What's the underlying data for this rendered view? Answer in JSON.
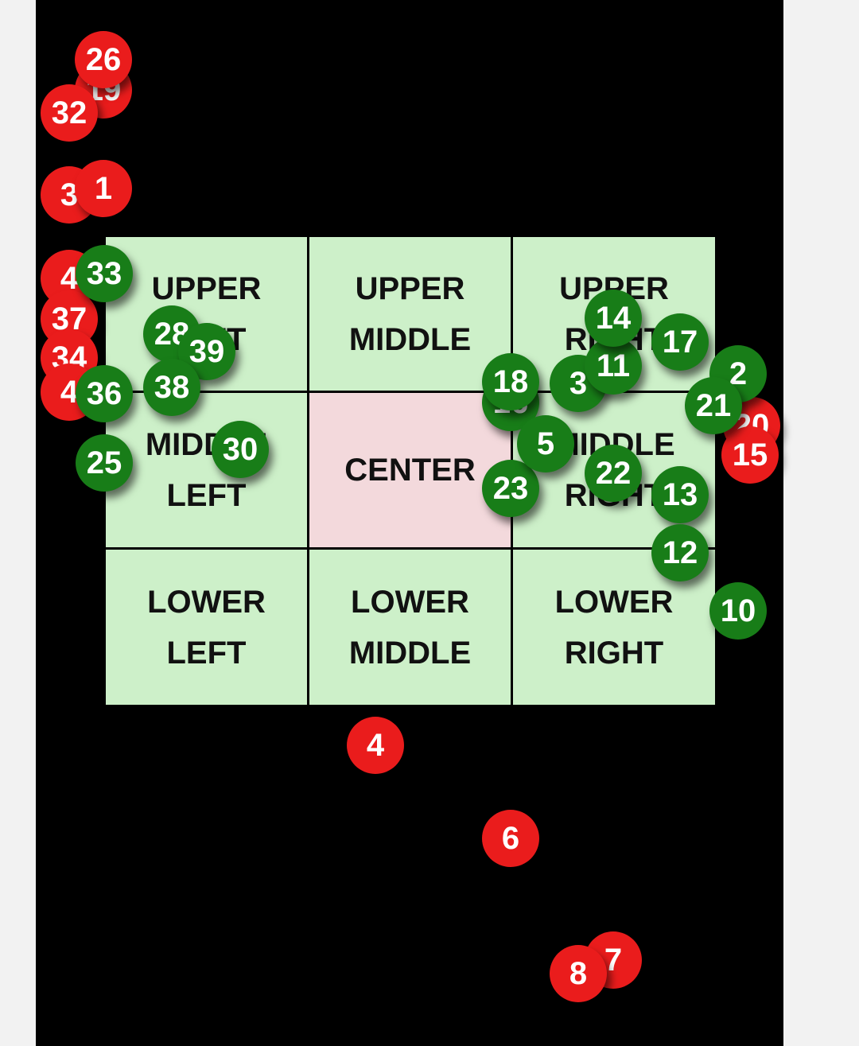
{
  "colors": {
    "page_background": "#f2f2f2",
    "panel": "#000000",
    "zone_fill": "#cdf0c9",
    "center_fill": "#f3d9dc",
    "red_marker": "#ea1c1c",
    "green_marker": "#187d18"
  },
  "zones": [
    {
      "id": "upper-left",
      "label": "UPPER\nLEFT"
    },
    {
      "id": "upper-middle",
      "label": "UPPER\nMIDDLE"
    },
    {
      "id": "upper-right",
      "label": "UPPER\nRIGHT"
    },
    {
      "id": "middle-left",
      "label": "MIDDLE\nLEFT"
    },
    {
      "id": "center",
      "label": "CENTER"
    },
    {
      "id": "middle-right",
      "label": "MIDDLE\nRIGHT"
    },
    {
      "id": "lower-left",
      "label": "LOWER\nLEFT"
    },
    {
      "id": "lower-middle",
      "label": "LOWER\nMIDDLE"
    },
    {
      "id": "lower-right",
      "label": "LOWER\nRIGHT"
    }
  ],
  "markers": [
    {
      "label": "19",
      "color": "red"
    },
    {
      "label": "26",
      "color": "red"
    },
    {
      "label": "32",
      "color": "red"
    },
    {
      "label": "3",
      "color": "red"
    },
    {
      "label": "1",
      "color": "red"
    },
    {
      "label": "4",
      "color": "red"
    },
    {
      "label": "37",
      "color": "red"
    },
    {
      "label": "34",
      "color": "red"
    },
    {
      "label": "4",
      "color": "red"
    },
    {
      "label": "20",
      "color": "red"
    },
    {
      "label": "15",
      "color": "red"
    },
    {
      "label": "4",
      "color": "red"
    },
    {
      "label": "6",
      "color": "red"
    },
    {
      "label": "7",
      "color": "red"
    },
    {
      "label": "8",
      "color": "red"
    },
    {
      "label": "33",
      "color": "green"
    },
    {
      "label": "36",
      "color": "green"
    },
    {
      "label": "25",
      "color": "green"
    },
    {
      "label": "28",
      "color": "green"
    },
    {
      "label": "39",
      "color": "green"
    },
    {
      "label": "38",
      "color": "green"
    },
    {
      "label": "30",
      "color": "green"
    },
    {
      "label": "16",
      "color": "green"
    },
    {
      "label": "18",
      "color": "green"
    },
    {
      "label": "23",
      "color": "green"
    },
    {
      "label": "5",
      "color": "green"
    },
    {
      "label": "3",
      "color": "green"
    },
    {
      "label": "11",
      "color": "green"
    },
    {
      "label": "14",
      "color": "green"
    },
    {
      "label": "17",
      "color": "green"
    },
    {
      "label": "22",
      "color": "green"
    },
    {
      "label": "13",
      "color": "green"
    },
    {
      "label": "12",
      "color": "green"
    },
    {
      "label": "2",
      "color": "green"
    },
    {
      "label": "21",
      "color": "green"
    },
    {
      "label": "10",
      "color": "green"
    }
  ]
}
